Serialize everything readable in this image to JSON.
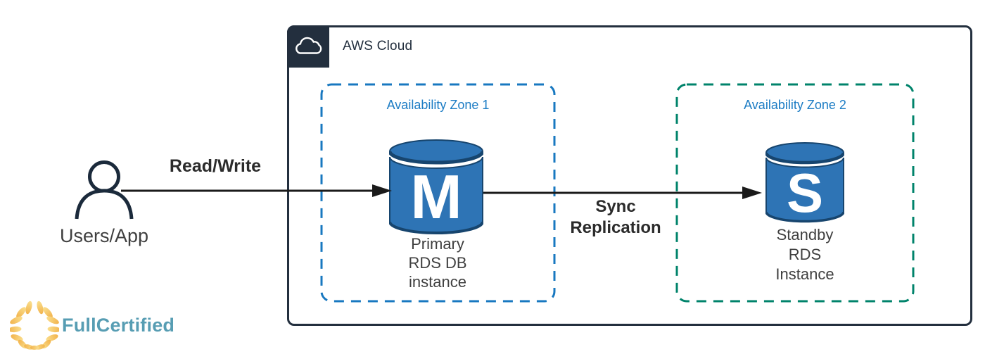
{
  "diagram": {
    "aws_cloud": {
      "label": "AWS Cloud",
      "icon": "cloud-icon"
    },
    "zone1": {
      "label": "Availability Zone 1",
      "instance_letter": "M",
      "caption": [
        "Primary",
        "RDS DB",
        "instance"
      ]
    },
    "zone2": {
      "label": "Availability Zone 2",
      "instance_letter": "S",
      "caption": [
        "Standby",
        "RDS",
        "Instance"
      ]
    },
    "actor": {
      "label": "Users/App",
      "icon": "user-icon"
    },
    "arrow_read_write": {
      "label": "Read/Write"
    },
    "arrow_sync": {
      "label_line1": "Sync",
      "label_line2": "Replication"
    }
  },
  "logo": {
    "text": "FullCertified",
    "icon": "laurel-wreath-icon"
  },
  "colors": {
    "aws_border": "#232F3E",
    "aws_header_bg": "#232F3E",
    "zone1_border": "#1878C0",
    "zone2_border": "#00836B",
    "zone_label_text": "#1C7CC4",
    "db_blue": "#2E74B5",
    "db_dark_rim": "#17456E",
    "arrow": "#1A1A1A",
    "caption_text": "#3F3F3F",
    "actor_stroke": "#1B2A3B",
    "logo_text": "#579DB3",
    "logo_gold_light": "#FADF8E",
    "logo_gold_dark": "#F2B34C"
  }
}
